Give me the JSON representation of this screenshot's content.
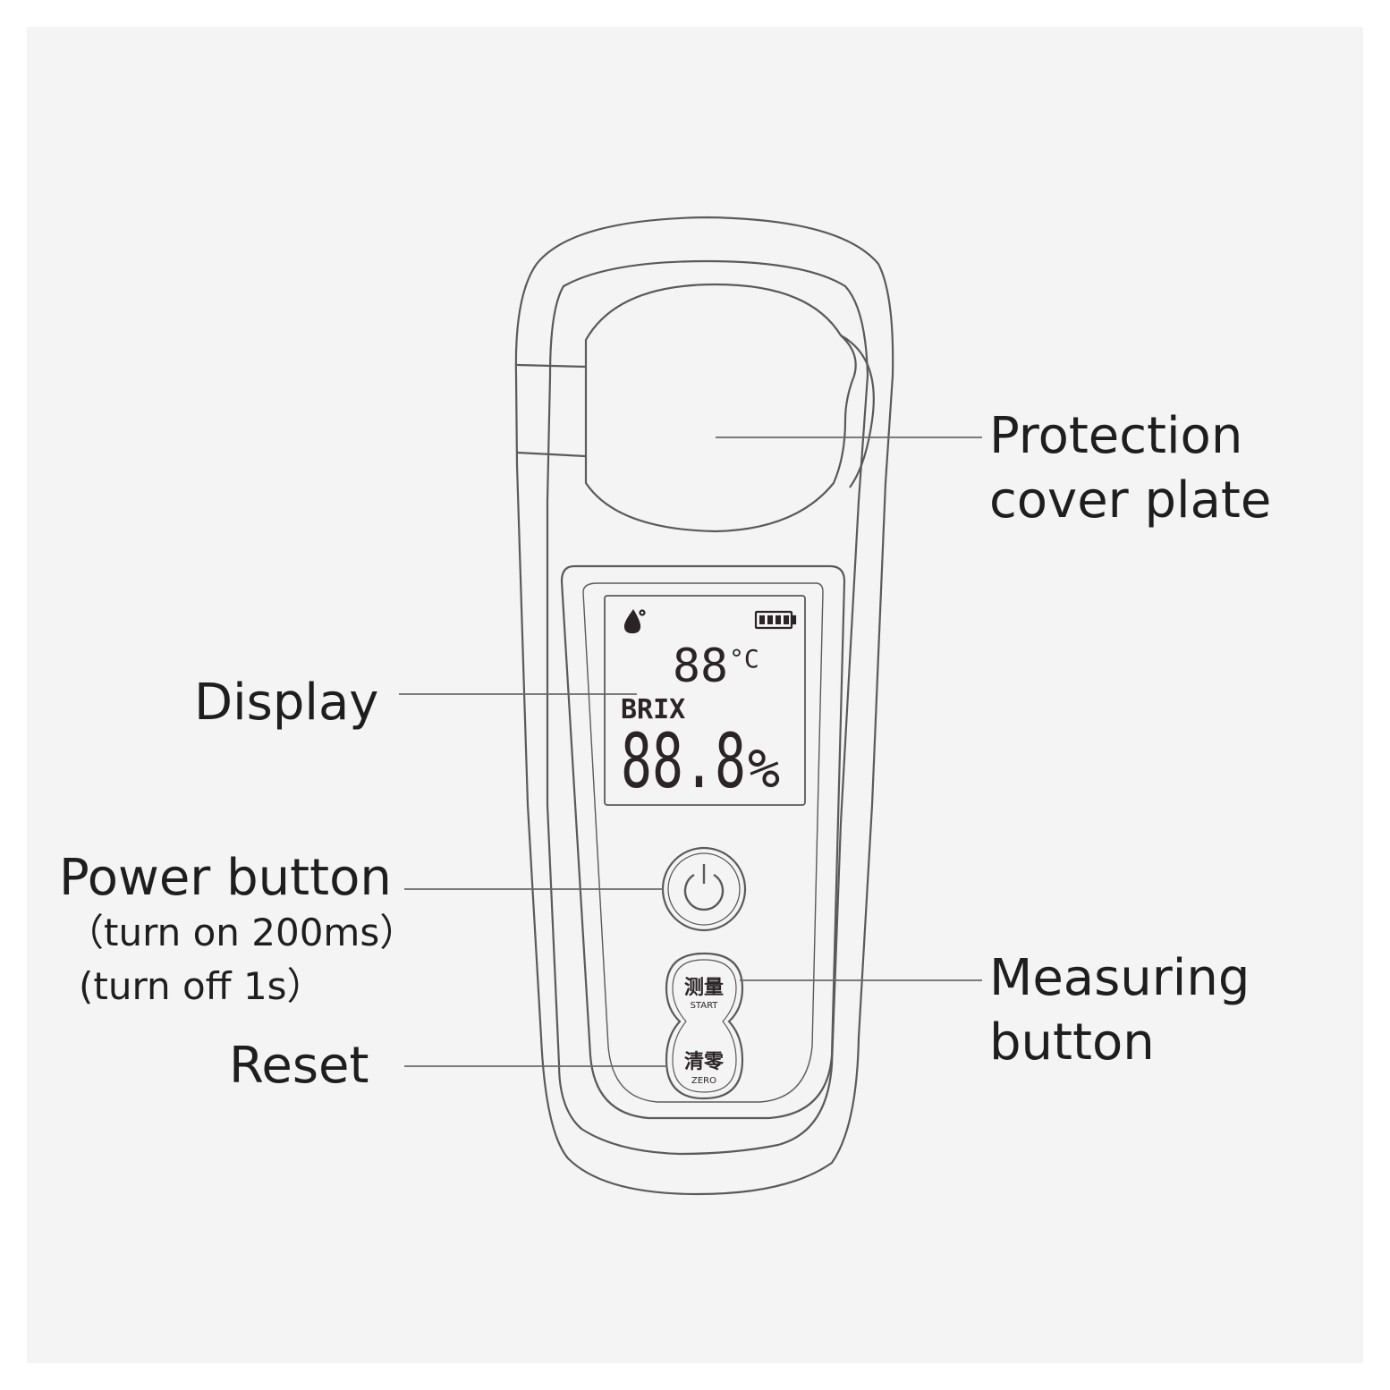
{
  "colors": {
    "background": "#f5f4f4",
    "outline": "#5a5a5a",
    "leader_line": "#6a6a6a",
    "text": "#1e1e1e",
    "lcd_text": "#2b2326"
  },
  "labels": {
    "protection_cover": [
      "Protection",
      "cover plate"
    ],
    "display": "Display",
    "power_button": "Power button",
    "power_on_note": "（turn on 200ms）",
    "power_off_note": "(turn off  1s）",
    "reset": "Reset",
    "measuring_button": [
      "Measuring",
      "button"
    ]
  },
  "lcd": {
    "temperature": "88",
    "temperature_unit": "°C",
    "mode": "BRIX",
    "reading": "88.8",
    "reading_unit": "%",
    "icons": [
      "drop-icon",
      "battery-icon"
    ]
  },
  "buttons": {
    "start": {
      "cn": "测量",
      "en": "START"
    },
    "zero": {
      "cn": "清零",
      "en": "ZERO"
    }
  },
  "icons": {
    "power": "power-icon"
  }
}
